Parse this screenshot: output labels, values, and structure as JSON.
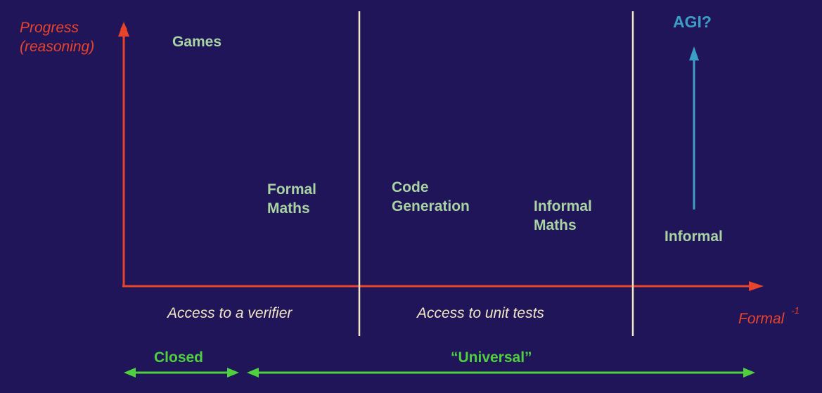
{
  "axes": {
    "y_label": "Progress\n(reasoning)",
    "x_label": "Formal",
    "x_label_superscript": "-1"
  },
  "categories": {
    "games": "Games",
    "formal_maths": "Formal\nMaths",
    "code_generation": "Code\nGeneration",
    "informal_maths": "Informal\nMaths",
    "informal": "Informal"
  },
  "target": "AGI?",
  "regions": {
    "verifier": "Access to a verifier",
    "unit_tests": "Access to unit tests"
  },
  "scopes": {
    "closed": "Closed",
    "universal": "“Universal”"
  },
  "colors": {
    "background": "#1f1558",
    "axis": "#e8442c",
    "category": "#a9d3a2",
    "agi": "#3c9ec6",
    "divider": "#f3e6c4",
    "scope": "#4fd03e"
  }
}
